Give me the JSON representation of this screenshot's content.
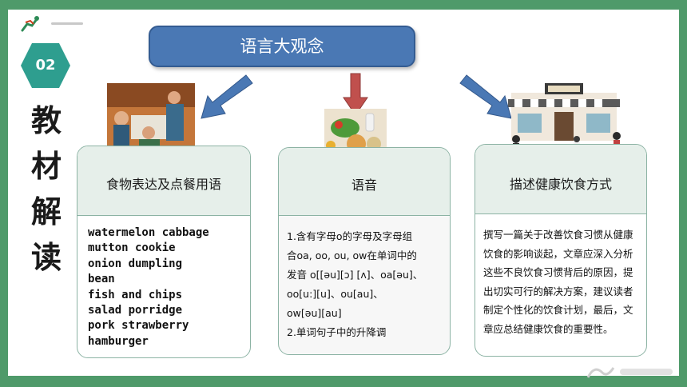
{
  "section": {
    "number": "02",
    "title_chars": [
      "教",
      "材",
      "解",
      "读"
    ]
  },
  "banner": {
    "title": "语言大观念"
  },
  "cards": [
    {
      "title": "食物表达及点餐用语",
      "items": [
        "watermelon cabbage",
        "mutton cookie",
        "onion dumpling",
        "bean",
        "fish and chips",
        "salad porridge",
        "pork strawberry",
        "hamburger"
      ]
    },
    {
      "title": "语音",
      "lines": [
        "1.含有字母o的字母及字母组",
        "合oa, oo, ou, ow在单词中的",
        "发音 o[[əu][ɔ] [ʌ]、oa[əu]、",
        "oo[u:][u]、ou[au]、",
        "ow[əu][au]",
        "2.单词句子中的升降调"
      ]
    },
    {
      "title": "描述健康饮食方式",
      "text": "撰写一篇关于改善饮食习惯从健康饮食的影响谈起，文章应深入分析这些不良饮食习惯背后的原因，提出切实可行的解决方案，建议读者制定个性化的饮食计划，最后，文章应总结健康饮食的重要性。"
    }
  ],
  "colors": {
    "page_bg": "#4f9a6a",
    "banner": "#4a78b4",
    "arrow": "#4a78b4",
    "arrow_center": "#c0504d",
    "hex": "#2e9e8f"
  },
  "icons": [
    "runner-logo-icon",
    "down-left-arrow-icon",
    "down-arrow-icon",
    "down-right-arrow-icon"
  ]
}
